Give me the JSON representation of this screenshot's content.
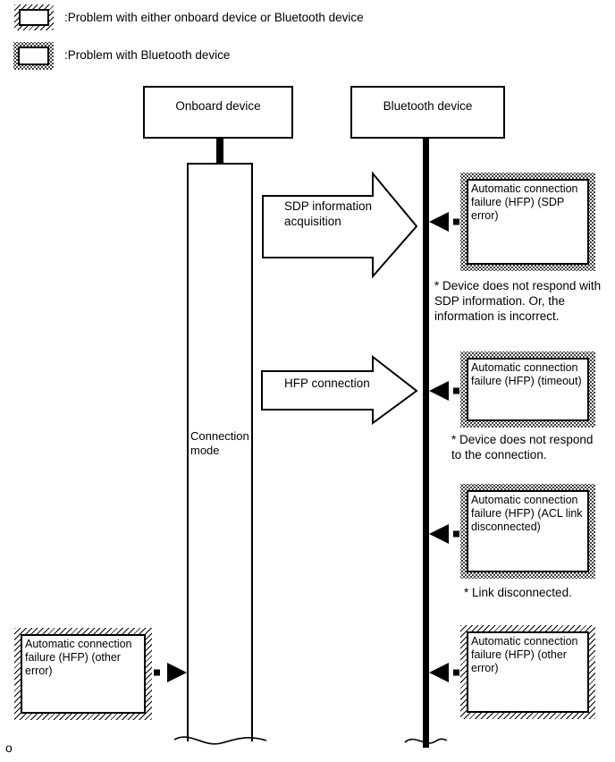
{
  "legend": {
    "items": [
      {
        "swatch": "diagonal-hatch",
        "label": ":Problem with either onboard device or Bluetooth device"
      },
      {
        "swatch": "dotted-stipple",
        "label": ":Problem with Bluetooth device"
      }
    ]
  },
  "actors": {
    "onboard": "Onboard device",
    "bluetooth": "Bluetooth device"
  },
  "lifeline": {
    "connection_mode_label": "Connection mode"
  },
  "messages": [
    {
      "label": "SDP information acquisition"
    },
    {
      "label": "HFP connection"
    }
  ],
  "failures": {
    "right": [
      {
        "style": "dotted-stipple",
        "text": "Automatic connection failure (HFP) (SDP error)",
        "note": "* Device does not respond with SDP information. Or, the information is incorrect."
      },
      {
        "style": "dotted-stipple",
        "text": "Automatic connection failure (HFP) (timeout)",
        "note": "* Device does not respond to the connection."
      },
      {
        "style": "dotted-stipple",
        "text": "Automatic connection failure (HFP) (ACL link disconnected)",
        "note": "* Link disconnected."
      },
      {
        "style": "diagonal-hatch",
        "text": "Automatic connection failure (HFP) (other error)",
        "note": ""
      }
    ],
    "left": {
      "style": "diagonal-hatch",
      "text": "Automatic connection failure (HFP) (other error)"
    }
  },
  "footer": {
    "page_marker": "o"
  },
  "colors": {
    "ink": "#000000",
    "paper": "#ffffff"
  }
}
